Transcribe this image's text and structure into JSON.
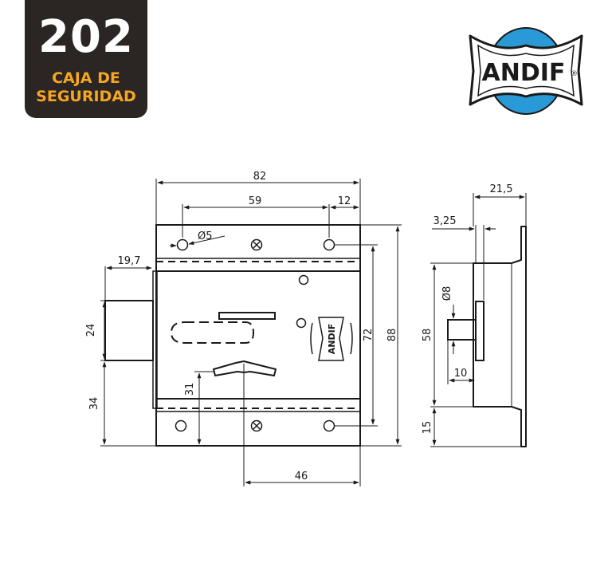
{
  "badge": {
    "number": "202",
    "line1": "CAJA DE",
    "line2": "SEGURIDAD"
  },
  "logo": {
    "text": "ANDIF",
    "mark": "®"
  },
  "lock_badge": {
    "text": "ANDIF"
  },
  "dimensions": {
    "width_82": "82",
    "holes_59": "59",
    "edge_12": "12",
    "hole_dia": "Ø5",
    "offset_19_7": "19,7",
    "bolt_24": "24",
    "bottom_34": "34",
    "height_31": "31",
    "plate_72": "72",
    "total_88": "88",
    "bottom_46": "46",
    "side_21_5": "21,5",
    "side_3_25": "3,25",
    "body_58": "58",
    "pin_dia": "Ø8",
    "pin_10": "10",
    "side_15": "15"
  },
  "colors": {
    "badge_bg": "#2b2523",
    "badge_text": "#f5a623",
    "logo_blue": "#2a9ad6",
    "line": "#1a1a1a"
  }
}
